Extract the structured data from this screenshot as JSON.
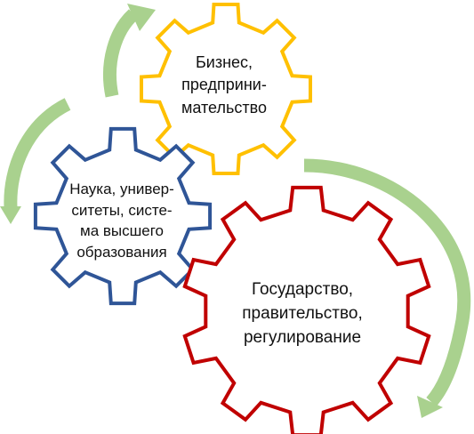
{
  "colors": {
    "arrow": "#a9d18e",
    "gear_business": "#ffc000",
    "gear_science": "#2f5597",
    "gear_government": "#c00000",
    "text": "#111111"
  },
  "gears": {
    "business": {
      "lines": [
        "Бизнес,",
        "предприни-",
        "мательство"
      ]
    },
    "science": {
      "lines": [
        "Наука, универ-",
        "ситеты, систе-",
        "ма высшего",
        "образования"
      ]
    },
    "government": {
      "lines": [
        "Государство,",
        "правительство,",
        "регулирование"
      ]
    }
  }
}
